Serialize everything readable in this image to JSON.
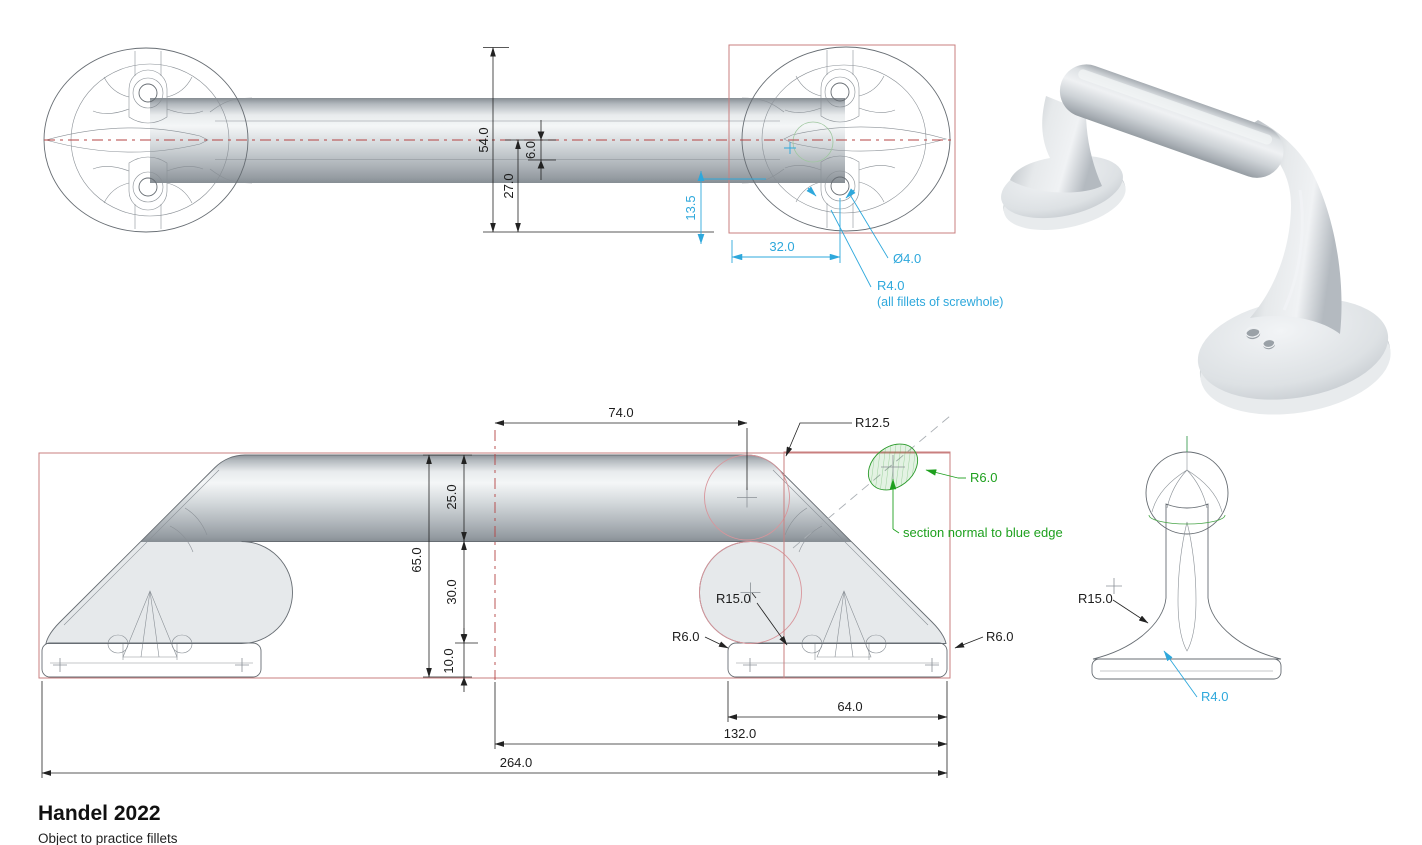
{
  "title": {
    "name": "Handel 2022",
    "description": "Object to practice fillets"
  },
  "colors": {
    "dimension_black": "#1c1c1c",
    "cyan_annotation": "#2ea8dc",
    "green_annotation": "#1ea01e",
    "construction_box_red": "#c97f7f",
    "centerline_red": "#b44343",
    "construction_circle_pink": "#d8959b",
    "part_edge": "#676d73",
    "metal_highlight": "#f3f5f6",
    "metal_shadow": "#8e959c"
  },
  "top_view": {
    "dim_width": "54.0",
    "dim_half_width": "27.0",
    "dim_flat": "6.0",
    "dim_screw_offset_y": "13.5",
    "dim_screw_offset_x": "32.0",
    "dim_screw_hole_diameter": "Ø4.0",
    "dim_screw_fillet": "R4.0",
    "screw_fillet_note": "(all fillets of screwhole)"
  },
  "front_view": {
    "dim_top_length": "74.0",
    "dim_bend_radius": "R12.5",
    "dim_bar_diameter": "25.0",
    "dim_total_height": "65.0",
    "dim_leg_height": "30.0",
    "dim_base_height": "10.0",
    "dim_inner_radius": "R15.0",
    "dim_base_fillet_left": "R6.0",
    "dim_base_fillet_right": "R6.0",
    "dim_base_length": "64.0",
    "dim_center_to_end": "132.0",
    "dim_total_length": "264.0",
    "section_radius": "R6.0",
    "section_note": "section normal to blue edge"
  },
  "side_view": {
    "dim_flare_radius": "R15.0",
    "dim_fillet_radius": "R4.0"
  }
}
